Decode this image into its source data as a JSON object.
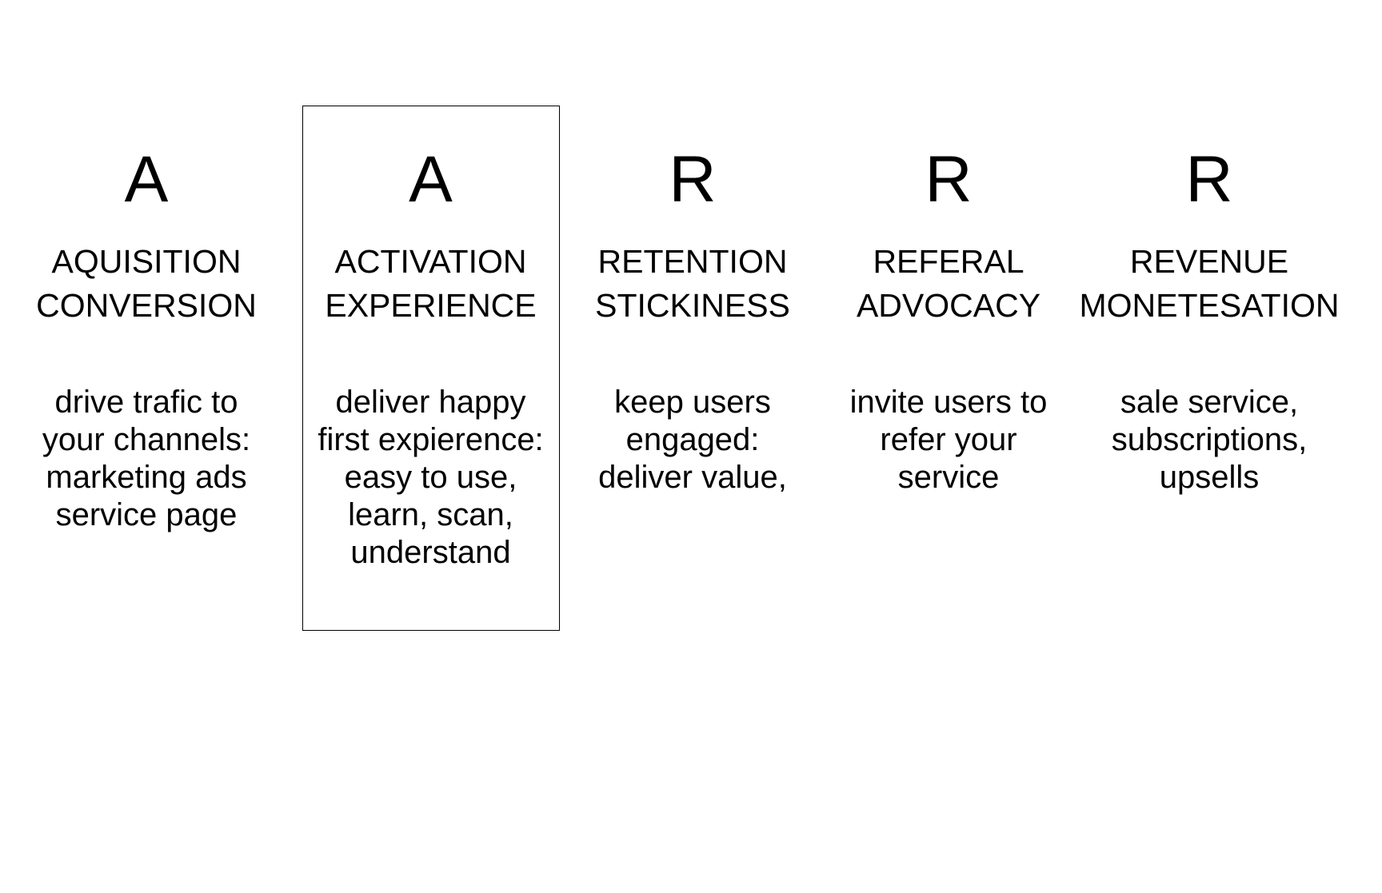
{
  "canvas": {
    "background_color": "#ffffff",
    "text_color": "#000000",
    "highlight_box_border_color": "#000000"
  },
  "framework": {
    "columns": [
      {
        "letter": "A",
        "title_lines": [
          "AQUISITION",
          "CONVERSION"
        ],
        "body_lines": [
          "drive trafic to",
          "your channels:",
          "marketing ads",
          "service page"
        ],
        "boxed": false
      },
      {
        "letter": "A",
        "title_lines": [
          "ACTIVATION",
          "EXPERIENCE"
        ],
        "body_lines": [
          "deliver happy",
          "first expierence:",
          "easy to use,",
          "learn, scan,",
          "understand"
        ],
        "boxed": true
      },
      {
        "letter": "R",
        "title_lines": [
          "RETENTION",
          "STICKINESS"
        ],
        "body_lines": [
          "keep users",
          "engaged:",
          "deliver value,"
        ],
        "boxed": false
      },
      {
        "letter": "R",
        "title_lines": [
          "REFERAL",
          "ADVOCACY"
        ],
        "body_lines": [
          "invite users to",
          "refer your",
          "service"
        ],
        "boxed": false
      },
      {
        "letter": "R",
        "title_lines": [
          "REVENUE",
          "MONETESATION"
        ],
        "body_lines": [
          "sale service,",
          "subscriptions,",
          "upsells"
        ],
        "boxed": false
      }
    ]
  }
}
